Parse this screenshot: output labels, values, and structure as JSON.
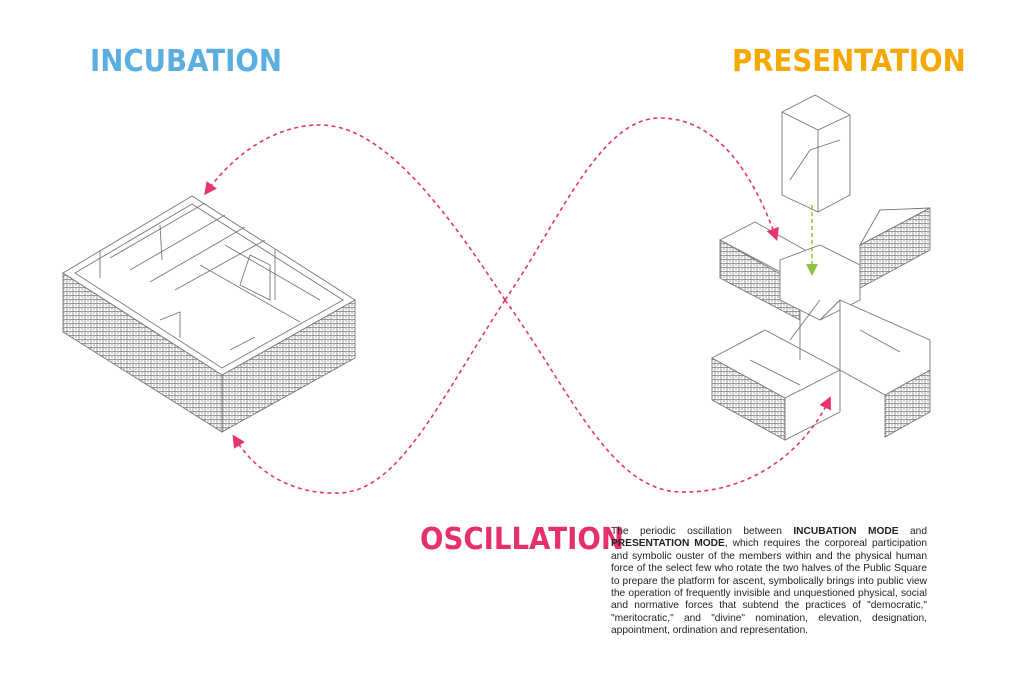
{
  "titles": {
    "incubation": "INCUBATION",
    "presentation": "PRESENTATION",
    "oscillation": "OSCILLATION"
  },
  "description": {
    "part1": "The periodic oscillation between ",
    "bold1": "INCUBATION MODE",
    "part2": " and ",
    "bold2": "PRESENTATION MODE",
    "part3": ", which requires the corporeal participation and symbolic ouster of the members within and the physical human force of the select few who rotate the two halves of the Public Square to prepare the platform for ascent, symbolically brings into public view the operation of frequently invisible and unquestioned physical, social and normative forces that subtend the practices of \"democratic,\" \"meritocratic,\" and \"divine\" nomination, elevation, designation, appointment, ordination and representation."
  },
  "colors": {
    "incubation": "#5aaee0",
    "presentation": "#f5a800",
    "oscillation": "#e6306d",
    "loop": "#e8336e",
    "lift_arrow": "#8cc63f"
  }
}
